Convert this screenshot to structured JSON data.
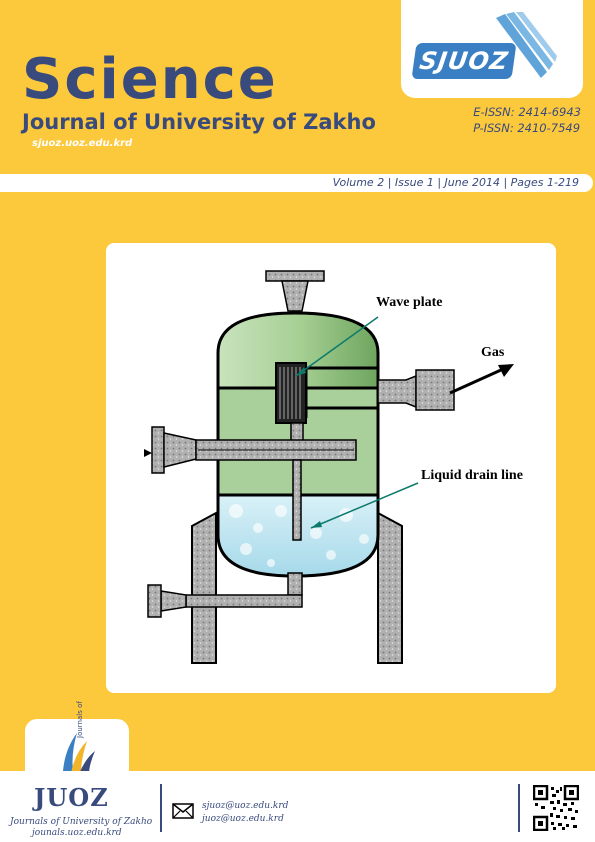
{
  "header": {
    "title_main": "Science",
    "title_sub": "Journal of University of Zakho",
    "website": "sjuoz.uoz.edu.krd",
    "logo_text": "SJUOZ",
    "eissn": "E-ISSN: 2414-6943",
    "pissn": "P-ISSN: 2410-7549"
  },
  "issue_line": "Volume 2 | Issue 1 | June 2014 | Pages 1-219",
  "figure": {
    "label_wave": "Wave plate",
    "label_gas": "Gas",
    "label_drain": "Liquid drain line"
  },
  "footer": {
    "journals_of": "Journals of",
    "juoz_logo": "JUOZ",
    "journal_full": "Journals of University of Zakho",
    "journal_url": "jounals.uoz.edu.krd",
    "email1": "sjuoz@uoz.edu.krd",
    "email2": "juoz@uoz.edu.krd"
  },
  "colors": {
    "background": "#fcc83c",
    "title": "#394a7d",
    "logo_blue": "#3a7fc3"
  }
}
